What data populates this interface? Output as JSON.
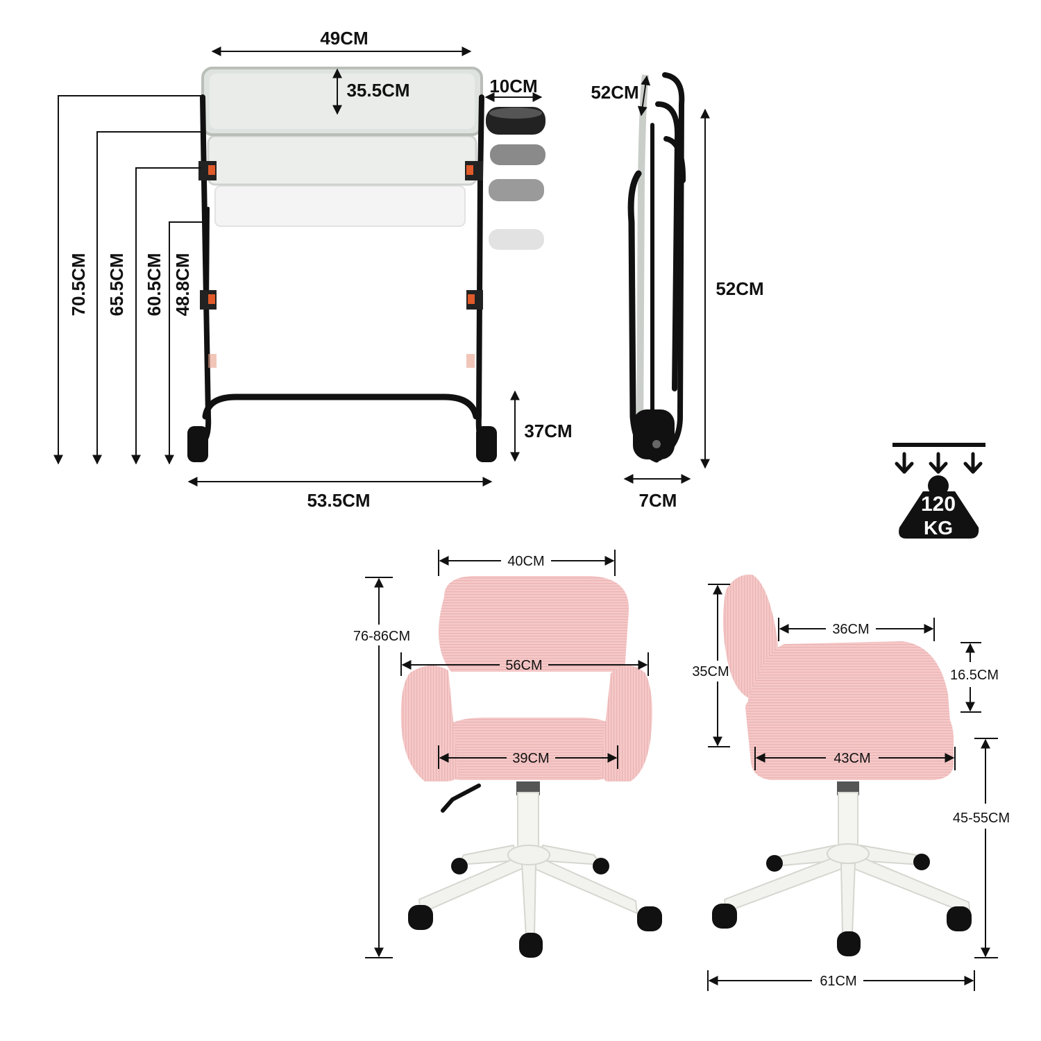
{
  "table_front": {
    "width_top": "49CM",
    "tray_depth": "35.5CM",
    "cupholder": "10CM",
    "heights": [
      "70.5CM",
      "65.5CM",
      "60.5CM",
      "48.8CM"
    ],
    "clearance": "37CM",
    "base_width": "53.5CM"
  },
  "table_folded": {
    "tray_thickness": "52CM",
    "height": "52CM",
    "depth": "7CM"
  },
  "load": {
    "value": "120",
    "unit": "KG"
  },
  "chair_front": {
    "back_width": "40CM",
    "arm_width": "56CM",
    "seat_width": "39CM",
    "height": "76-86CM"
  },
  "chair_side": {
    "back_height": "35CM",
    "arm_depth": "36CM",
    "arm_height": "16.5CM",
    "seat_depth": "43CM",
    "seat_height": "45-55CM",
    "base_width": "61CM"
  },
  "colors": {
    "frame": "#111111",
    "upholstery": "#f4c4c4",
    "base": "#f2f2ee",
    "accent": "#e05a2a"
  }
}
